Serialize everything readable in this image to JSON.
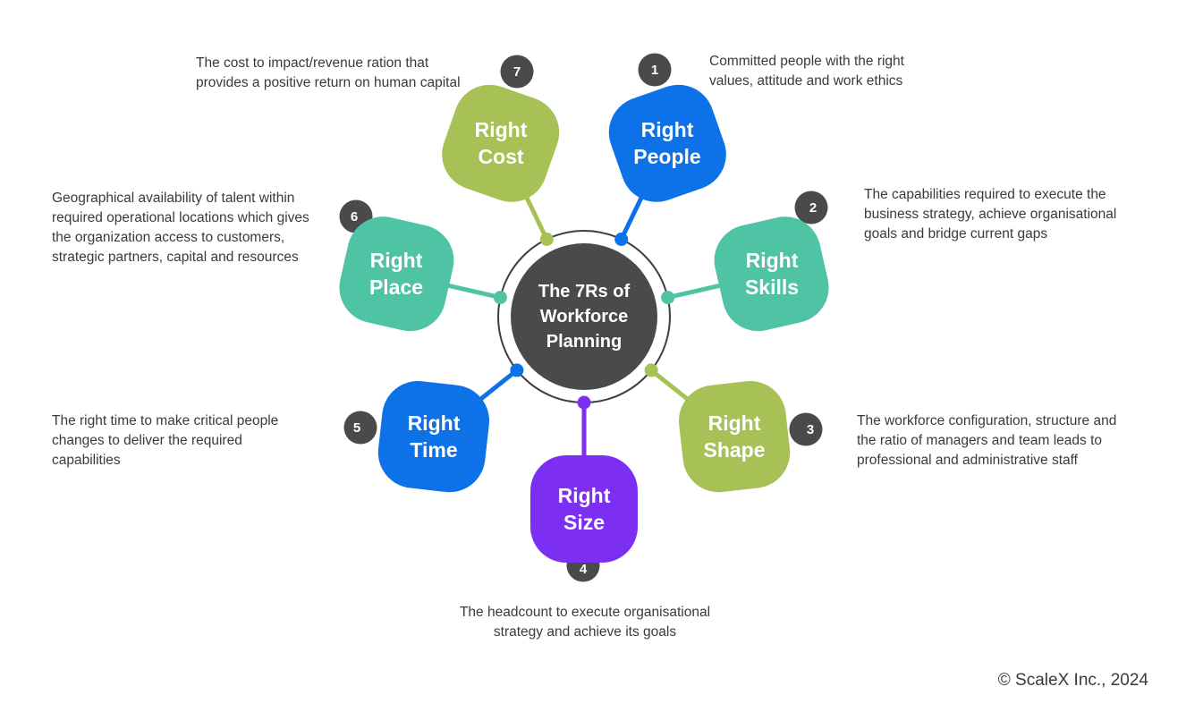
{
  "center": {
    "lines": [
      "The 7Rs of",
      "Workforce",
      "Planning"
    ]
  },
  "petals": [
    {
      "number": "1",
      "name": [
        "Right",
        "People"
      ],
      "color": "#0D72E8",
      "description": "Committed people with the right values, attitude and work ethics"
    },
    {
      "number": "2",
      "name": [
        "Right",
        "Skills"
      ],
      "color": "#4FC4A5",
      "description": "The capabilities required to execute the business strategy, achieve organisational goals and bridge current gaps"
    },
    {
      "number": "3",
      "name": [
        "Right",
        "Shape"
      ],
      "color": "#A7C156",
      "description": "The workforce configuration, structure and the ratio of managers and team leads to professional and administrative staff"
    },
    {
      "number": "4",
      "name": [
        "Right",
        "Size"
      ],
      "color": "#7C2FF2",
      "description": "The headcount to execute organisational strategy and achieve its goals"
    },
    {
      "number": "5",
      "name": [
        "Right",
        "Time"
      ],
      "color": "#0D72E8",
      "description": "The right time to make critical people changes to deliver the required capabilities"
    },
    {
      "number": "6",
      "name": [
        "Right",
        "Place"
      ],
      "color": "#4FC4A5",
      "description": "Geographical availability of talent within required operational locations which gives the organization access to customers, strategic partners, capital and resources"
    },
    {
      "number": "7",
      "name": [
        "Right",
        "Cost"
      ],
      "color": "#A7C156",
      "description": "The cost to impact/revenue ration that provides a positive return on human capital"
    }
  ],
  "colors": {
    "blue": "#0D72E8",
    "teal": "#4FC4A5",
    "olive": "#A7C156",
    "purple": "#7C2FF2",
    "dark_gray": "#4A4A4A",
    "ring_stroke": "#3F3F3F",
    "description_text": "#3A3A3A"
  },
  "footer": "© ScaleX Inc., 2024"
}
